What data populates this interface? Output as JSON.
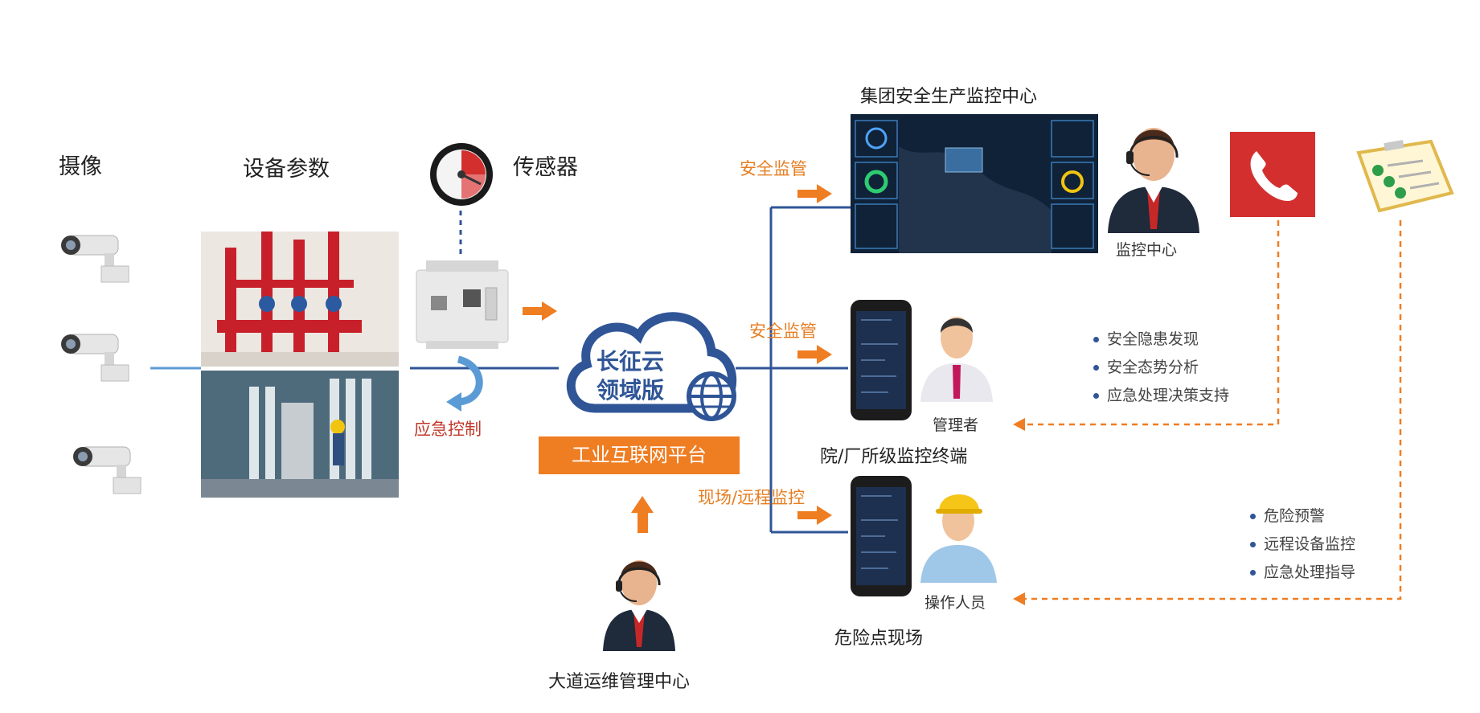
{
  "labels": {
    "camera": "摄像",
    "device_params": "设备参数",
    "sensor": "传感器",
    "emergency_control": "应急控制",
    "cloud_line1": "长征云",
    "cloud_line2": "领域版",
    "platform": "工业互联网平台",
    "ops_center": "大道运维管理中心",
    "safety_monitor_1": "安全监管",
    "safety_monitor_2": "安全监管",
    "remote_monitor": "现场/远程监控",
    "group_center": "集团安全生产监控中心",
    "monitor_center": "监控中心",
    "manager": "管理者",
    "plant_terminal": "院/厂所级监控终端",
    "operator": "操作人员",
    "hazard_site": "危险点现场"
  },
  "list_manager": [
    "安全隐患发现",
    "安全态势分析",
    "应急处理决策支持"
  ],
  "list_operator": [
    "危险预警",
    "远程设备监控",
    "应急处理指导"
  ],
  "icons": [
    "camera-icon",
    "gauge-icon",
    "controller-icon",
    "cloud-icon",
    "globe-icon",
    "headset-operator-icon",
    "phone-icon",
    "checklist-icon",
    "manager-person-icon",
    "worker-person-icon",
    "dashboard-screen-icon",
    "mobile-phone-icon"
  ],
  "colors": {
    "blue": "#2f5597",
    "orange": "#ef7d22",
    "red": "#c0392b",
    "dark": "#222222"
  }
}
